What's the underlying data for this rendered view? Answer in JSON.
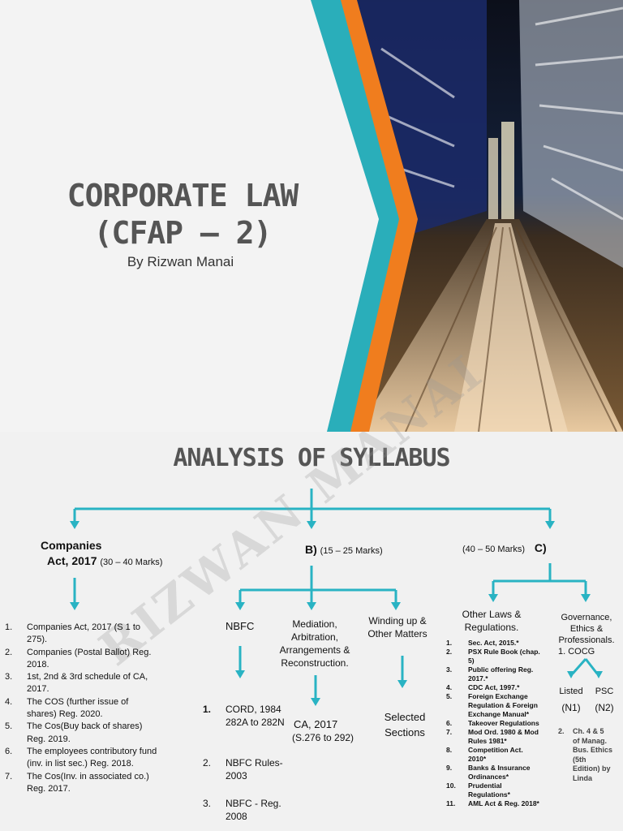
{
  "cover": {
    "title_line1": "CORPORATE LAW",
    "title_line2": "(CFAP – 2)",
    "byline": "By Rizwan Manai",
    "accent_teal": "#2aaeba",
    "accent_orange": "#f07d1e"
  },
  "syllabus": {
    "title": "ANALYSIS OF SYLLABUS",
    "watermark": "RIZWAN MANAI",
    "arrow_color": "#29b3c3",
    "branch_a": {
      "label_line1": "Companies",
      "label_line2": "Act, 2017",
      "marks": "(30 – 40 Marks)",
      "items": [
        {
          "num": "1.",
          "text": "Companies Act, 2017 (S 1 to 275)."
        },
        {
          "num": "2.",
          "text": "Companies (Postal Ballot) Reg. 2018."
        },
        {
          "num": "3.",
          "text": "1st, 2nd & 3rd schedule of CA, 2017."
        },
        {
          "num": "4.",
          "text": "The COS (further issue of shares) Reg. 2020."
        },
        {
          "num": "5.",
          "text": "The Cos(Buy back of shares) Reg. 2019."
        },
        {
          "num": "6.",
          "text": "The employees contributory fund (inv. in list sec.) Reg. 2018."
        },
        {
          "num": "7.",
          "text": "The Cos(Inv. in associated co.) Reg. 2017."
        }
      ]
    },
    "branch_b": {
      "letter": "B)",
      "marks": "(15 – 25 Marks)",
      "nbfc": {
        "label": "NBFC",
        "items": [
          {
            "num": "1.",
            "text": "CORD, 1984 282A to 282N"
          },
          {
            "num": "2.",
            "text": "NBFC Rules-2003"
          },
          {
            "num": "3.",
            "text": "NBFC - Reg. 2008"
          }
        ]
      },
      "mediation": {
        "label": "Mediation, Arbitration, Arrangements & Reconstruction.",
        "detail_line1": "CA, 2017",
        "detail_line2": "(S.276 to 292)"
      },
      "winding": {
        "label_line1": "Winding up &",
        "label_line2": "Other Matters",
        "detail_line1": "Selected",
        "detail_line2": "Sections"
      }
    },
    "branch_c": {
      "marks": "(40 – 50 Marks)",
      "letter": "C)",
      "other_laws": {
        "label_line1": "Other Laws &",
        "label_line2": "Regulations.",
        "items": [
          {
            "num": "1.",
            "text": "Sec. Act, 2015.*"
          },
          {
            "num": "2.",
            "text": "PSX Rule Book (chap. 5)"
          },
          {
            "num": "3.",
            "text": "Public offering Reg. 2017.*"
          },
          {
            "num": "4.",
            "text": "CDC Act, 1997.*"
          },
          {
            "num": "5.",
            "text": "Foreign Exchange Regulation & Foreign Exchange Manual*"
          },
          {
            "num": "6.",
            "text": "Takeover Regulations"
          },
          {
            "num": "7.",
            "text": "Mod Ord. 1980 & Mod Rules 1981*"
          },
          {
            "num": "8.",
            "text": "Competition Act. 2010*"
          },
          {
            "num": "9.",
            "text": "Banks & Insurance Ordinances*"
          },
          {
            "num": "10.",
            "text": "Prudential Regulations*"
          },
          {
            "num": "11.",
            "text": "AML Act & Reg. 2018*"
          }
        ]
      },
      "governance": {
        "label_line1": "Governance,",
        "label_line2": "Ethics &",
        "label_line3": "Professionals.",
        "cocg": "1.  COCG",
        "listed": "Listed",
        "listed_code": "(N1)",
        "psc": "PSC",
        "psc_code": "(N2)",
        "ethics_num": "2.",
        "ethics_text_1": "Ch. 4 & 5",
        "ethics_text_2": "of Manag.",
        "ethics_text_3": "Bus. Ethics",
        "ethics_text_4": "(5th",
        "ethics_text_5": "Edition) by",
        "ethics_text_6": "Linda"
      }
    }
  }
}
